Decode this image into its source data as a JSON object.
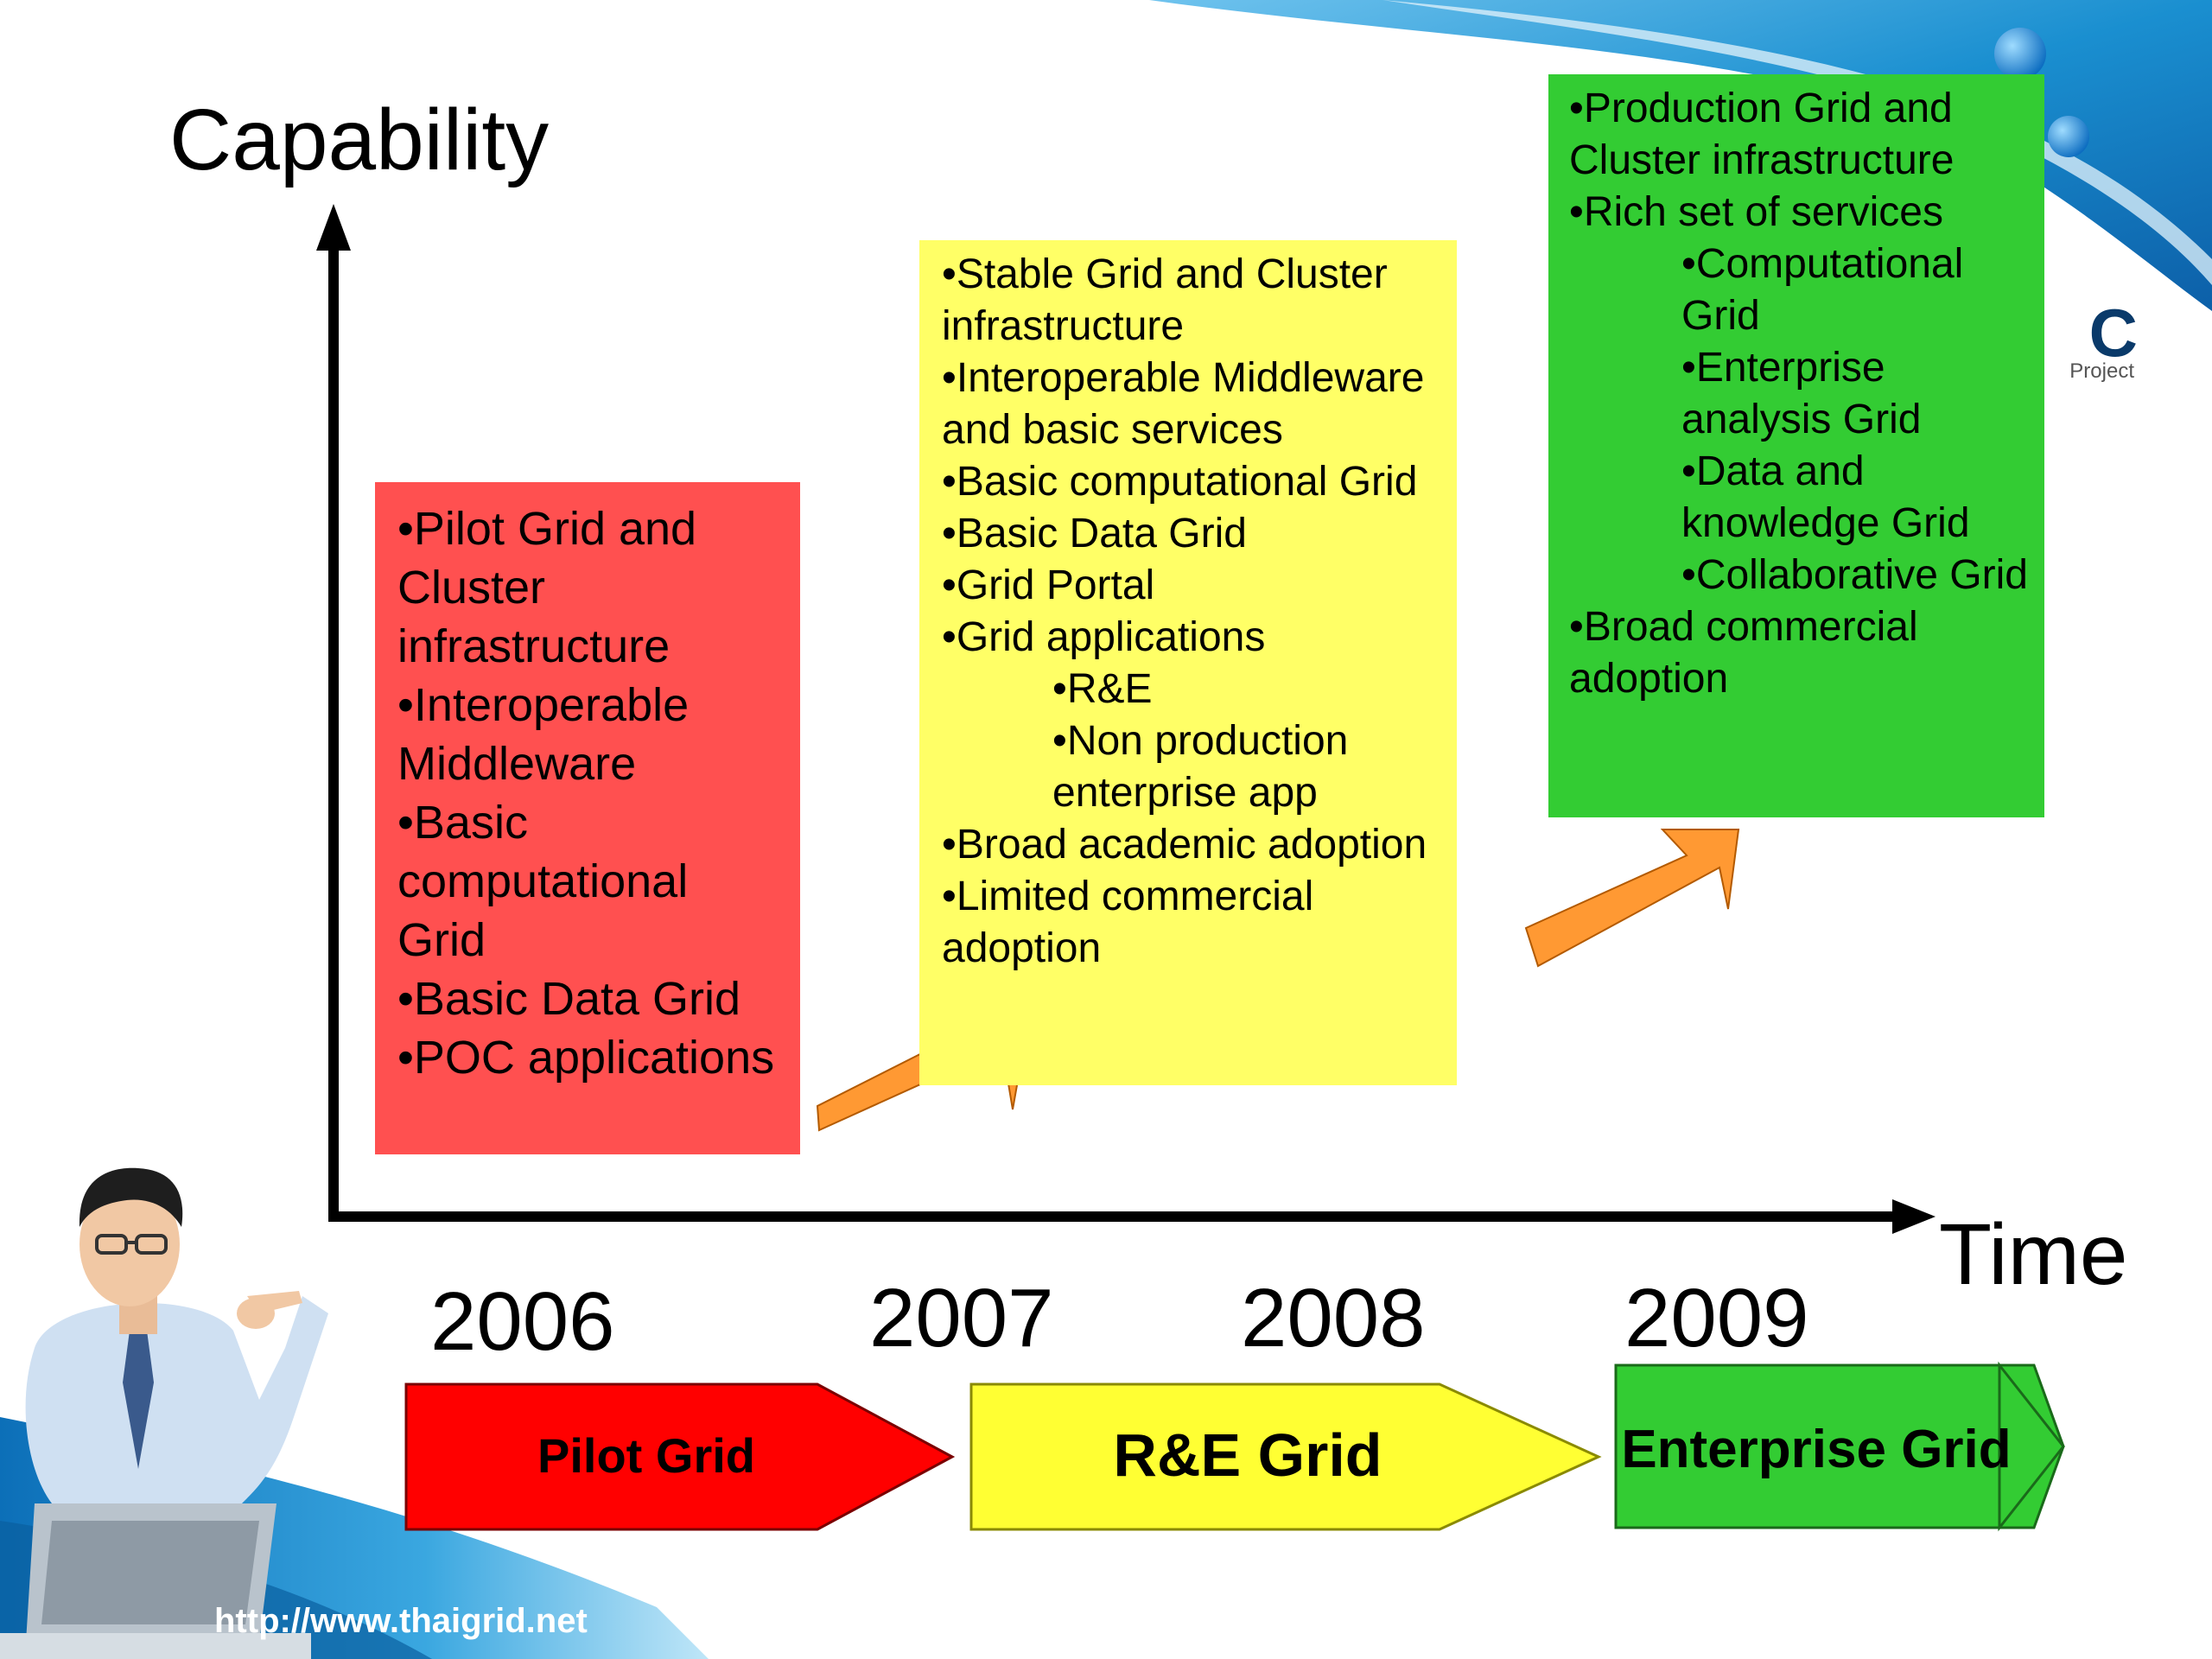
{
  "axes": {
    "y_label": "Capability",
    "x_label": "Time"
  },
  "years": [
    "2006",
    "2007",
    "2008",
    "2009"
  ],
  "phases": [
    {
      "name": "Pilot Grid",
      "color": "#ff0000",
      "items": [
        {
          "text": "Pilot Grid and Cluster infrastructure",
          "level": 0
        },
        {
          "text": "Interoperable Middleware",
          "level": 0
        },
        {
          "text": "Basic computational Grid",
          "level": 0
        },
        {
          "text": "Basic Data Grid",
          "level": 0
        },
        {
          "text": "POC applications",
          "level": 0
        }
      ]
    },
    {
      "name": "R&E Grid",
      "color": "#ffff33",
      "items": [
        {
          "text": "Stable Grid and Cluster infrastructure",
          "level": 0
        },
        {
          "text": "Interoperable Middleware and basic services",
          "level": 0
        },
        {
          "text": "Basic computational Grid",
          "level": 0
        },
        {
          "text": "Basic Data Grid",
          "level": 0
        },
        {
          "text": "Grid Portal",
          "level": 0
        },
        {
          "text": "Grid applications",
          "level": 0
        },
        {
          "text": "R&E",
          "level": 1
        },
        {
          "text": "Non production enterprise app",
          "level": 1
        },
        {
          "text": "Broad academic adoption",
          "level": 0
        },
        {
          "text": "Limited commercial adoption",
          "level": 0
        }
      ]
    },
    {
      "name": "Enterprise Grid",
      "color": "#33cc33",
      "items": [
        {
          "text": "Production Grid and Cluster infrastructure",
          "level": 0
        },
        {
          "text": "Rich set of services",
          "level": 0
        },
        {
          "text": "Computational Grid",
          "level": 1
        },
        {
          "text": "Enterprise analysis Grid",
          "level": 1
        },
        {
          "text": "Data and knowledge Grid",
          "level": 1
        },
        {
          "text": "Collaborative Grid",
          "level": 1
        },
        {
          "text": "Broad commercial adoption",
          "level": 0
        }
      ]
    }
  ],
  "colors": {
    "red_box": "#ff5050",
    "yellow_box": "#ffff66",
    "green_box": "#33cc33",
    "arrow": "#ff9933",
    "banner_blue": "#1a8fd0"
  },
  "logo_partial": {
    "letters": "C",
    "subtext": "Project"
  },
  "footer": {
    "url": "http://www.thaigrid.net"
  }
}
